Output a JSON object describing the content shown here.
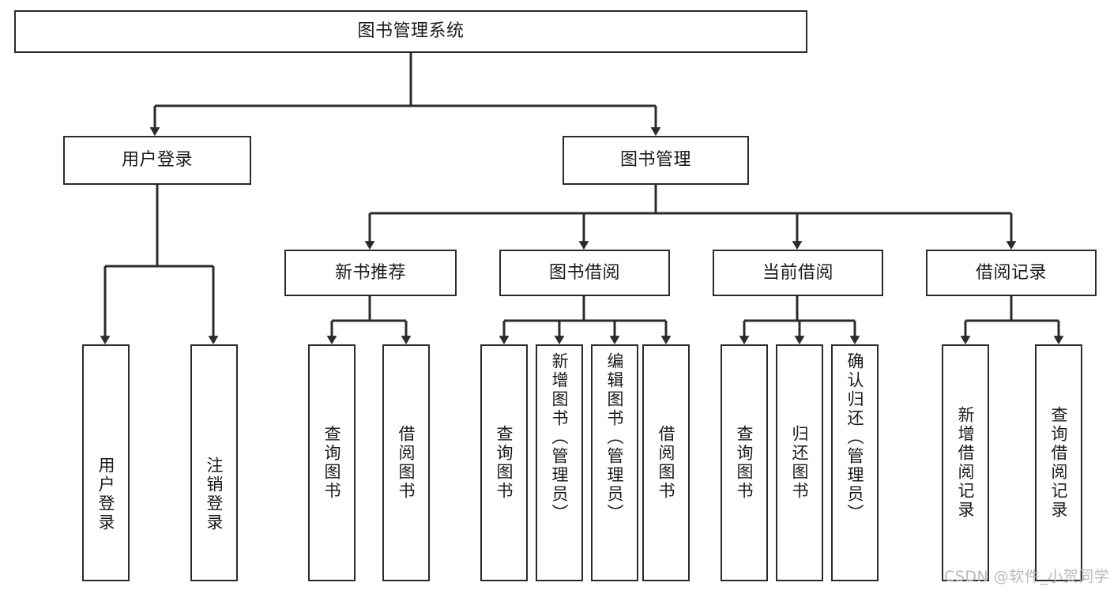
{
  "diagram": {
    "type": "tree-hierarchy",
    "title": "图书管理系统",
    "colors": {
      "stroke": "#2b2b2b",
      "fill": "#ffffff",
      "text": "#1a1a1a",
      "watermark": "#b9b9b9"
    },
    "watermark": "CSDN @软件_小贺同学"
  },
  "nodes": {
    "root": {
      "label": "图书管理系统",
      "level": 1
    },
    "level2": [
      {
        "id": "user-login",
        "label": "用户登录"
      },
      {
        "id": "book-manage",
        "label": "图书管理"
      }
    ],
    "level3": [
      {
        "id": "new-book-recommend",
        "label": "新书推荐",
        "parent": "book-manage"
      },
      {
        "id": "book-borrow",
        "label": "图书借阅",
        "parent": "book-manage"
      },
      {
        "id": "current-borrow",
        "label": "当前借阅",
        "parent": "book-manage"
      },
      {
        "id": "borrow-record",
        "label": "借阅记录",
        "parent": "book-manage"
      }
    ],
    "leaves": [
      {
        "id": "leaf-user-login",
        "label": "用户登录",
        "parent": "user-login",
        "align": "bottom"
      },
      {
        "id": "leaf-logout-login",
        "label": "注销登录",
        "parent": "user-login",
        "align": "bottom"
      },
      {
        "id": "leaf-query-book-1",
        "label": "查询图书",
        "parent": "new-book-recommend",
        "align": "center"
      },
      {
        "id": "leaf-borrow-book-1",
        "label": "借阅图书",
        "parent": "new-book-recommend",
        "align": "center"
      },
      {
        "id": "leaf-query-book-2",
        "label": "查询图书",
        "parent": "book-borrow",
        "align": "center"
      },
      {
        "id": "leaf-add-book",
        "label": "新增图书（管理员）",
        "parent": "book-borrow",
        "align": "top"
      },
      {
        "id": "leaf-edit-book",
        "label": "编辑图书（管理员）",
        "parent": "book-borrow",
        "align": "top"
      },
      {
        "id": "leaf-borrow-book-2",
        "label": "借阅图书",
        "parent": "book-borrow",
        "align": "center"
      },
      {
        "id": "leaf-query-book-3",
        "label": "查询图书",
        "parent": "current-borrow",
        "align": "center"
      },
      {
        "id": "leaf-return-book",
        "label": "归还图书",
        "parent": "current-borrow",
        "align": "center"
      },
      {
        "id": "leaf-confirm-return",
        "label": "确认归还（管理员）",
        "parent": "current-borrow",
        "align": "top"
      },
      {
        "id": "leaf-add-record",
        "label": "新增借阅记录",
        "parent": "borrow-record",
        "align": "center"
      },
      {
        "id": "leaf-query-record",
        "label": "查询借阅记录",
        "parent": "borrow-record",
        "align": "center"
      }
    ]
  }
}
